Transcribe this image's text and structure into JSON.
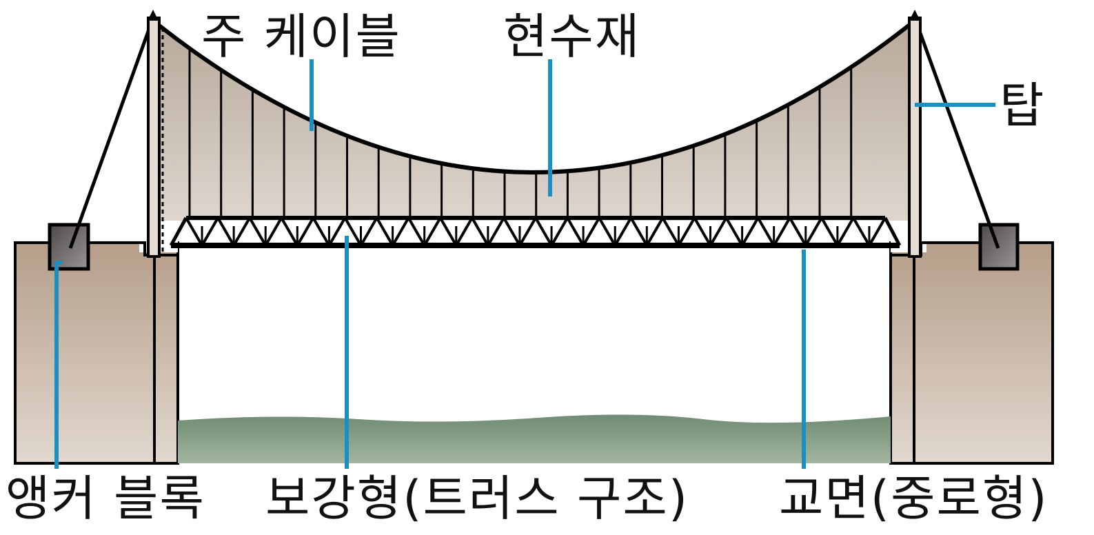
{
  "labels": {
    "main_cable": "주 케이블",
    "hanger": "현수재",
    "tower": "탑",
    "anchor_block": "앵커 블록",
    "stiffening_girder": "보강형(트러스 구조)",
    "deck": "교면(중로형)"
  },
  "colors": {
    "leader_line": "#1a8fc4",
    "ground": "#c8b8a6",
    "water": "#7f9a80",
    "cable": "#000000",
    "anchor_block": "#6f6a6a"
  }
}
